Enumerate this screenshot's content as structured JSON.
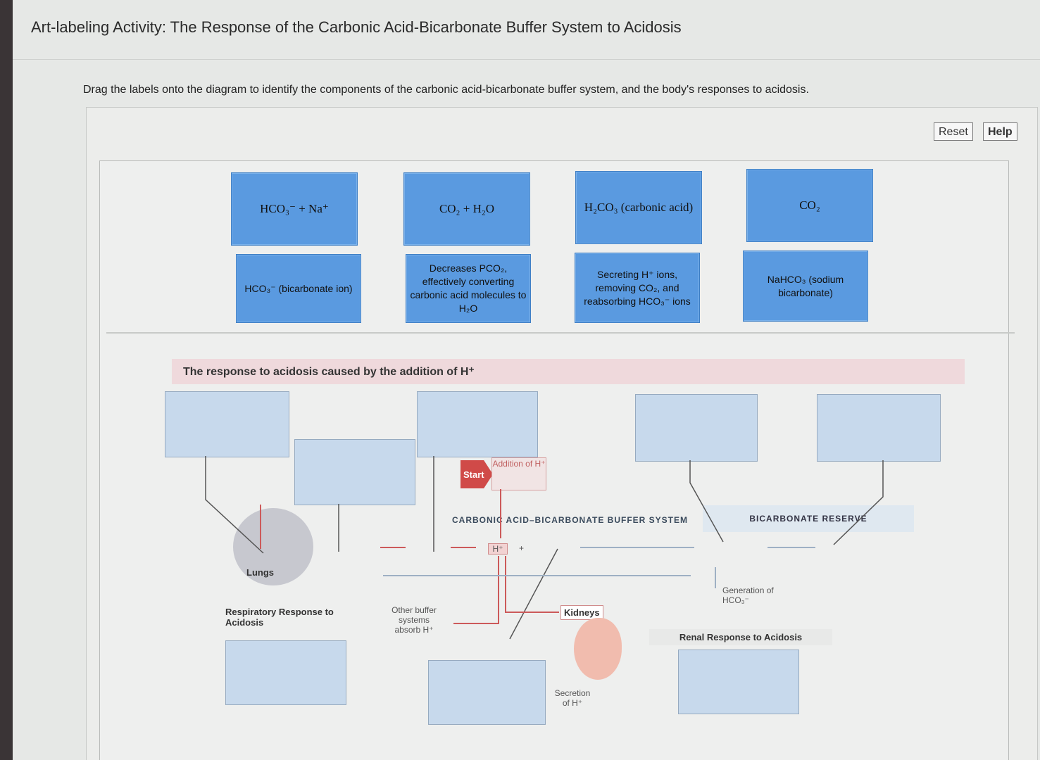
{
  "header": {
    "title": "Art-labeling Activity: The Response of the Carbonic Acid-Bicarbonate Buffer System to Acidosis"
  },
  "instructions": "Drag the labels onto the diagram to identify the components of the carbonic acid-bicarbonate buffer system, and the body's responses to acidosis.",
  "buttons": {
    "reset": "Reset",
    "help": "Help"
  },
  "labels": [
    "HCO₃⁻ + Na⁺",
    "CO₂ + H₂O",
    "H₂CO₃ (carbonic acid)",
    "CO₂",
    "HCO₃⁻ (bicarbonate ion)",
    "Decreases PCO₂, effectively converting carbonic acid molecules to H₂O",
    "Secreting H⁺ ions, removing CO₂, and reabsorbing HCO₃⁻ ions",
    "NaHCO₃ (sodium bicarbonate)"
  ],
  "diagram": {
    "banner": "The response to acidosis caused by the addition of H⁺",
    "start": "Start",
    "addition": "Addition of H⁺",
    "buffer_system": "CARBONIC ACID–BICARBONATE BUFFER SYSTEM",
    "bicarbonate_reserve": "BICARBONATE RESERVE",
    "h_plus": "H⁺",
    "plus": "+",
    "lungs": "Lungs",
    "respiratory": "Respiratory Response to Acidosis",
    "other_buffer": "Other buffer systems absorb H⁺",
    "kidneys": "Kidneys",
    "generation": "Generation of HCO₃⁻",
    "renal": "Renal Response to Acidosis",
    "secretion": "Secretion of H⁺"
  }
}
